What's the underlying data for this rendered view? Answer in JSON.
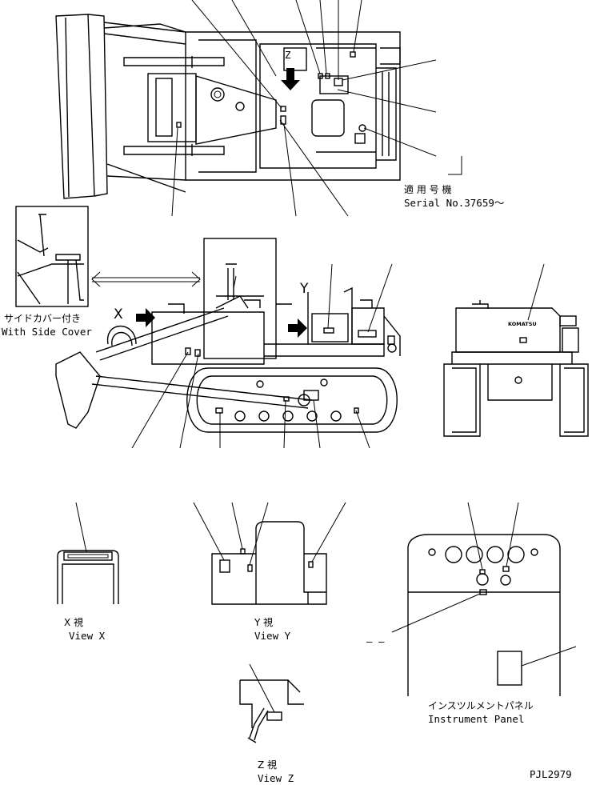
{
  "top_view": {
    "marker_z": "Z",
    "serial_jp": "適 用 号 機",
    "serial_en": "Serial No.37659～"
  },
  "side_view": {
    "marker_x": "X",
    "marker_y": "Y",
    "side_cover_jp": "サイドカバー付き",
    "side_cover_en": "With Side Cover"
  },
  "rear_view": {
    "brand": "KOMATSU"
  },
  "view_x": {
    "caption_jp": "X   視",
    "caption_en": "View X"
  },
  "view_y": {
    "caption_jp": "Y   視",
    "caption_en": "View Y"
  },
  "view_z": {
    "caption_jp": "Z   視",
    "caption_en": "View Z"
  },
  "instrument_panel": {
    "caption_jp": "インスツルメントパネル",
    "caption_en": "Instrument Panel",
    "dash": "– –"
  },
  "drawing_code": "PJL2979"
}
